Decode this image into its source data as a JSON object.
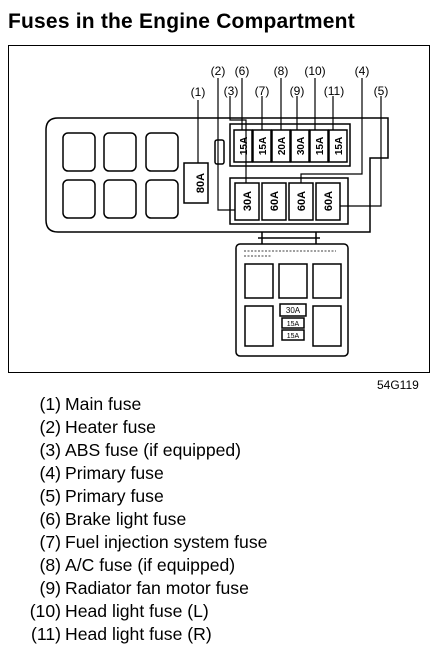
{
  "title": "Fuses in the Engine Compartment",
  "figure_code": "54G119",
  "diagram": {
    "callouts": [
      "(1)",
      "(2)",
      "(3)",
      "(4)",
      "(5)",
      "(6)",
      "(7)",
      "(8)",
      "(9)",
      "(10)",
      "(11)"
    ],
    "main_fuse_rating": "80A",
    "lower_fuse_ratings": [
      "30A",
      "60A",
      "60A",
      "60A"
    ],
    "upper_fuse_ratings": [
      "15A",
      "15A",
      "20A",
      "30A",
      "15A",
      "15A"
    ],
    "small_box_ratings": [
      "30A",
      "15A",
      "15A"
    ]
  },
  "legend": [
    {
      "num": "(1)",
      "text": "Main fuse"
    },
    {
      "num": "(2)",
      "text": "Heater fuse"
    },
    {
      "num": "(3)",
      "text": "ABS fuse (if equipped)"
    },
    {
      "num": "(4)",
      "text": "Primary fuse"
    },
    {
      "num": "(5)",
      "text": "Primary fuse"
    },
    {
      "num": "(6)",
      "text": "Brake light fuse"
    },
    {
      "num": "(7)",
      "text": "Fuel injection system fuse"
    },
    {
      "num": "(8)",
      "text": "A/C fuse (if equipped)"
    },
    {
      "num": "(9)",
      "text": "Radiator fan motor fuse"
    },
    {
      "num": "(10)",
      "text": "Head light fuse (L)"
    },
    {
      "num": "(11)",
      "text": "Head light fuse (R)"
    }
  ]
}
